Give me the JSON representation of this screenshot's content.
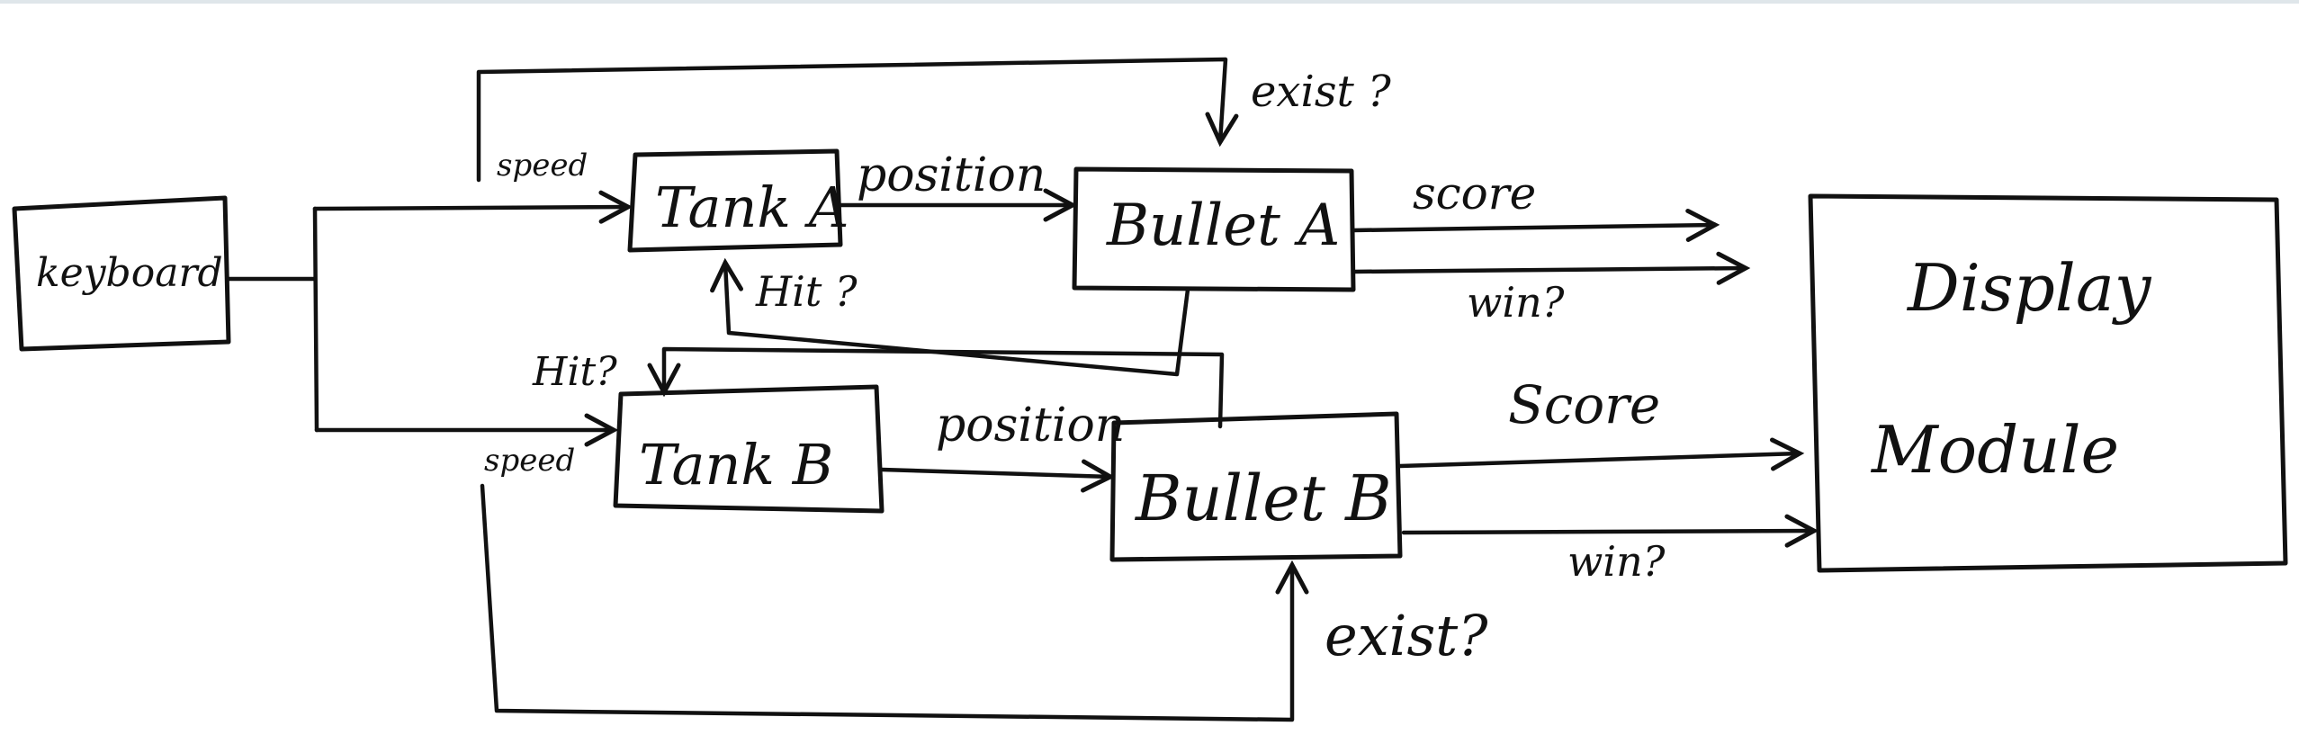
{
  "nodes": {
    "keyboard": "keyboard",
    "tank_a": "Tank A",
    "tank_b": "Tank B",
    "bullet_a": "Bullet A",
    "bullet_b": "Bullet B",
    "display_line1": "Display",
    "display_line2": "Module"
  },
  "edges": {
    "speed_a": "speed",
    "speed_b": "speed",
    "position_a": "position",
    "position_b": "position",
    "score_a": "score",
    "score_b": "Score",
    "win_a": "win?",
    "win_b": "win?",
    "hit_a": "Hit ?",
    "hit_b": "Hit?",
    "exist_a": "exist ?",
    "exist_b": "exist?"
  }
}
